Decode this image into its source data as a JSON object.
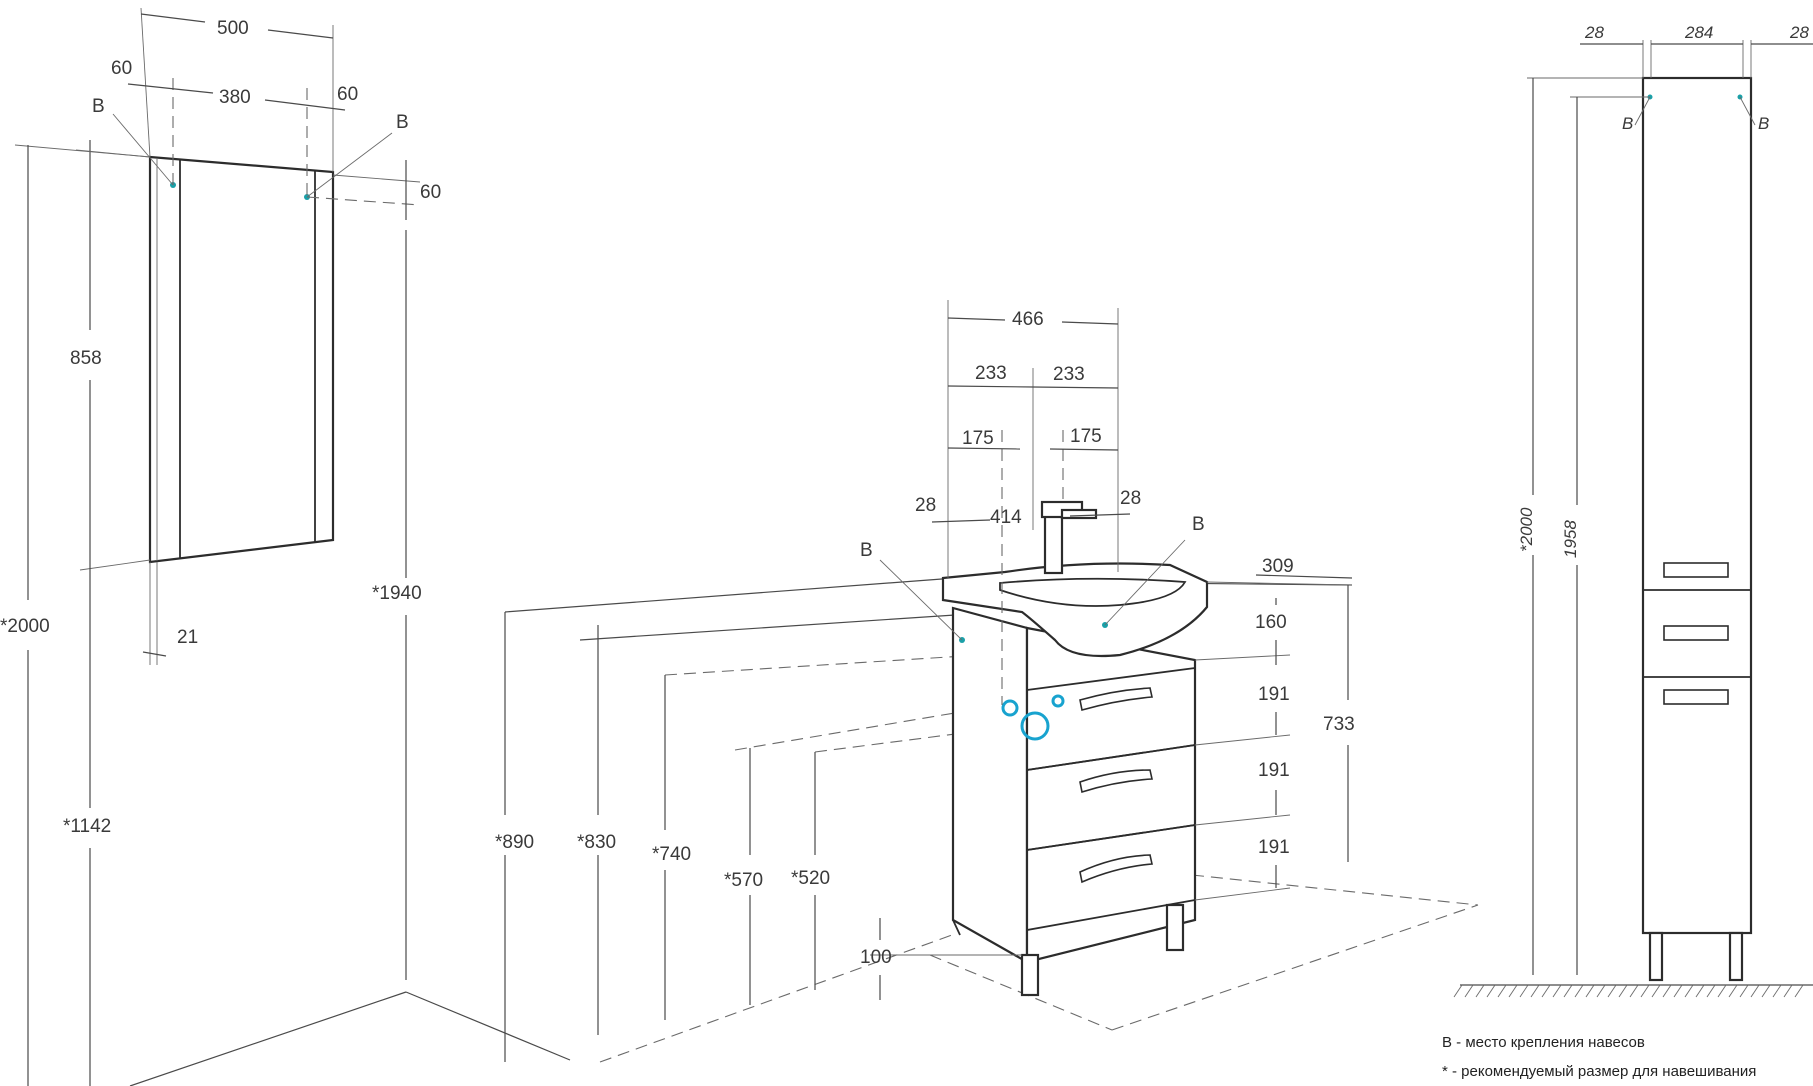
{
  "mirror": {
    "width": "500",
    "inner": "380",
    "side_left": "60",
    "side_right": "60",
    "top_offset": "60",
    "height": "858",
    "depth": "21",
    "mount_height": "*1940",
    "wall_height": "*2000",
    "bottom_height": "*1142",
    "mount_label_left": "B",
    "mount_label_right": "B"
  },
  "vanity": {
    "width": "466",
    "half_left": "233",
    "half_right": "233",
    "hole_left": "175",
    "hole_right": "175",
    "bowl": "414",
    "edge_left": "28",
    "edge_right": "28",
    "depth": "309",
    "height": "733",
    "drawer_top": "160",
    "drawer_1": "191",
    "drawer_2": "191",
    "drawer_3": "191",
    "leg_height": "100",
    "install_890": "*890",
    "install_830": "*830",
    "install_740": "*740",
    "install_570": "*570",
    "install_520": "*520",
    "mount_label_left": "B",
    "mount_label_right": "B"
  },
  "column": {
    "side_left": "28",
    "inner": "284",
    "side_right": "28",
    "total_height": "*2000",
    "body_height": "1958",
    "mount_label_left": "B",
    "mount_label_right": "B"
  },
  "legend": {
    "line1": "В - место крепления навесов",
    "line2": "* - рекомендуемый размер для навешивания"
  },
  "colors": {
    "line": "#4a4a4a",
    "mount_point": "#1aa0a8",
    "pipe": "#18a3cf"
  }
}
